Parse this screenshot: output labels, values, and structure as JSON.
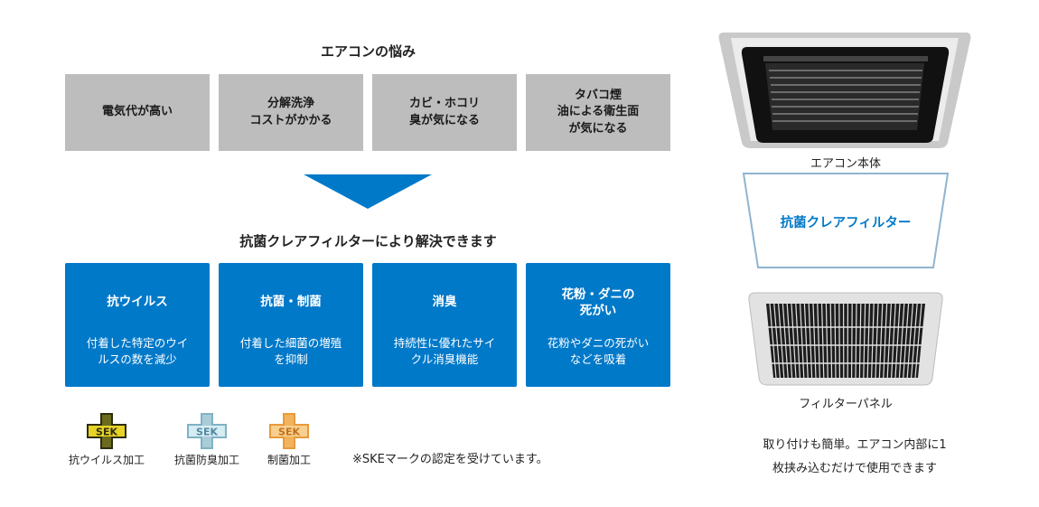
{
  "problems": {
    "title": "エアコンの悩み",
    "items": [
      "電気代が高い",
      "分解洗浄\nコストがかかる",
      "カビ・ホコリ\n臭が気になる",
      "タバコ煙\n油による衛生面\nが気になる"
    ]
  },
  "solution": {
    "title": "抗菌クレアフィルターにより解決できます",
    "items": [
      {
        "title": "抗ウイルス",
        "desc": "付着した特定のウイ\nルスの数を減少"
      },
      {
        "title": "抗菌・制菌",
        "desc": "付着した細菌の増殖\nを抑制"
      },
      {
        "title": "消臭",
        "desc": "持続性に優れたサイ\nクル消臭機能"
      },
      {
        "title": "花粉・ダニの\n死がい",
        "desc": "花粉やダニの死がい\nなどを吸着"
      }
    ]
  },
  "badges": [
    {
      "mark": "SEK",
      "label": "抗ウイルス加工",
      "color": "#6b6b1e",
      "accent": "#e7d226"
    },
    {
      "mark": "SEK",
      "label": "抗菌防臭加工",
      "color": "#7fb2c4",
      "accent": "#d6ecf3"
    },
    {
      "mark": "SEK",
      "label": "制菌加工",
      "color": "#e99a3a",
      "accent": "#f7cf8e"
    }
  ],
  "note": "※SKEマークの認定を受けています。",
  "diagram": {
    "unit_label": "エアコン本体",
    "filter_label": "抗菌クレアフィルター",
    "panel_label": "フィルターパネル",
    "caption": "取り付けも簡単。エアコン内部に1\n枚挟み込むだけで使用できます",
    "accent": "#0079c9"
  }
}
